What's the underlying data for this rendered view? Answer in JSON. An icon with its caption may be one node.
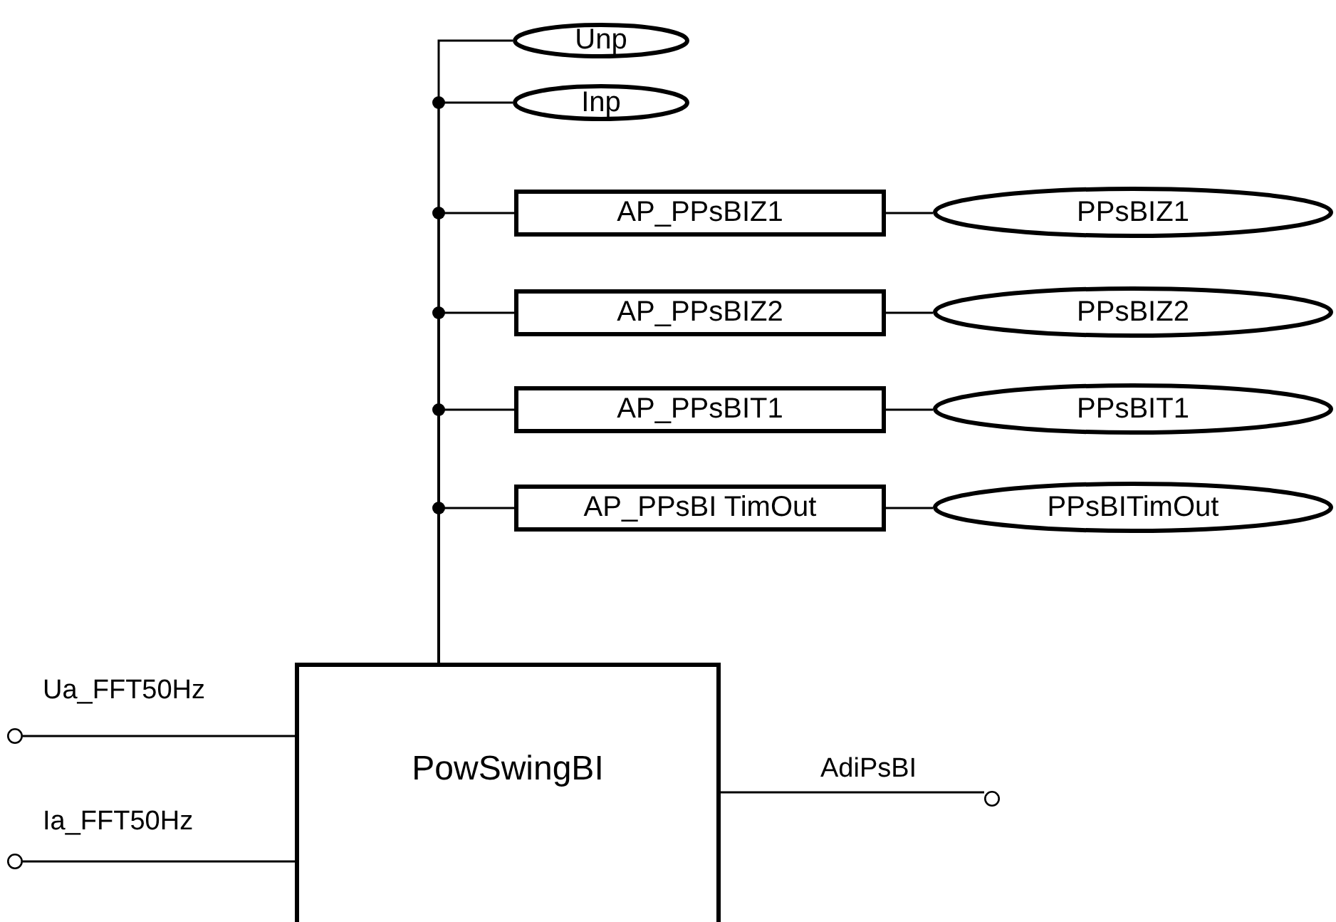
{
  "diagram": {
    "nodes": [
      {
        "text": [
          "Unp"
        ]
      },
      {
        "text": [
          "Inp"
        ]
      },
      {
        "text": [
          "AP_PPsBIZ1"
        ]
      },
      {
        "text": [
          "PPsBIZ1"
        ]
      },
      {
        "text": [
          "AP_PPsBIZ2"
        ]
      },
      {
        "text": [
          "PPsBIZ2"
        ]
      },
      {
        "text": [
          "AP_PPsBIT1"
        ]
      },
      {
        "text": [
          "PPsBIT1"
        ]
      },
      {
        "text": [
          "AP_PPsBI TimOut"
        ]
      },
      {
        "text": [
          "PPsBITimOut"
        ]
      },
      {
        "text": [],
        "shape": "circle",
        "beside": [
          "Ua_FFT50Hz"
        ]
      },
      {
        "text": [],
        "shape": "circle",
        "beside": [
          "Ia_FFT50Hz"
        ]
      },
      {
        "text": [
          "PowSwingBI"
        ]
      },
      {
        "text": [],
        "shape": "circle",
        "beside": [
          "AdiPsBI"
        ]
      }
    ],
    "edges": [
      {
        "from": 12,
        "to": 0,
        "arrow": "none"
      },
      {
        "from": 12,
        "to": 1,
        "arrow": "none"
      },
      {
        "from": 12,
        "to": 2,
        "arrow": "none"
      },
      {
        "from": 12,
        "to": 4,
        "arrow": "none"
      },
      {
        "from": 12,
        "to": 6,
        "arrow": "none"
      },
      {
        "from": 12,
        "to": 8,
        "arrow": "none"
      },
      {
        "from": 2,
        "to": 3,
        "arrow": "none"
      },
      {
        "from": 4,
        "to": 5,
        "arrow": "none"
      },
      {
        "from": 6,
        "to": 7,
        "arrow": "none"
      },
      {
        "from": 8,
        "to": 9,
        "arrow": "none"
      },
      {
        "from": 10,
        "to": 12,
        "arrow": "none"
      },
      {
        "from": 11,
        "to": 12,
        "arrow": "none"
      },
      {
        "from": 12,
        "to": 13,
        "arrow": "none"
      }
    ]
  }
}
